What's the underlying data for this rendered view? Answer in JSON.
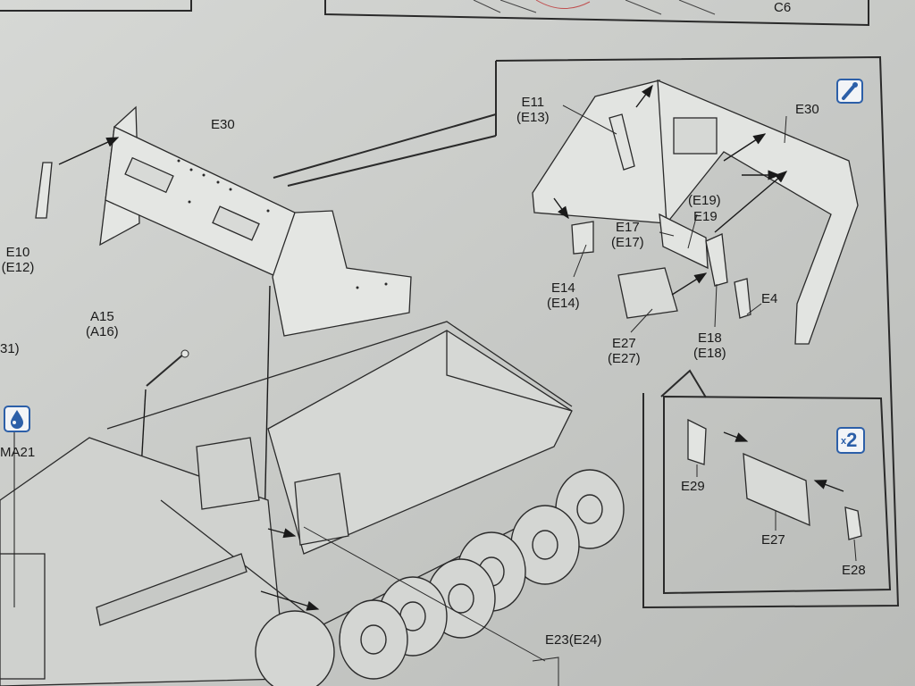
{
  "parts": {
    "e30_main": "E30",
    "e10_e12": "E10\n(E12)",
    "a15_a16": "A15\n(A16)",
    "cut_31": "31)",
    "ma21": "MA21",
    "e23_e24": "E23(E24)",
    "c6": "C6",
    "e11_e13": "E11\n(E13)",
    "e30_detail": "E30",
    "e19_paren": "(E19)",
    "e19": "E19",
    "e17_e17": "E17\n(E17)",
    "e14_e14": "E14\n(E14)",
    "e27_e27": "E27\n(E27)",
    "e18_e18": "E18\n(E18)",
    "e4": "E4",
    "e29": "E29",
    "e27": "E27",
    "e28": "E28"
  },
  "badges": {
    "glue_icon": "glue-bottle-icon",
    "paint_icon": "paint-drop-icon",
    "repeat_count": "2",
    "repeat_prefix": "x"
  },
  "colors": {
    "paper": "#c9cbc8",
    "line": "#2a2a2a",
    "accent_blue": "#2c5fa8"
  }
}
